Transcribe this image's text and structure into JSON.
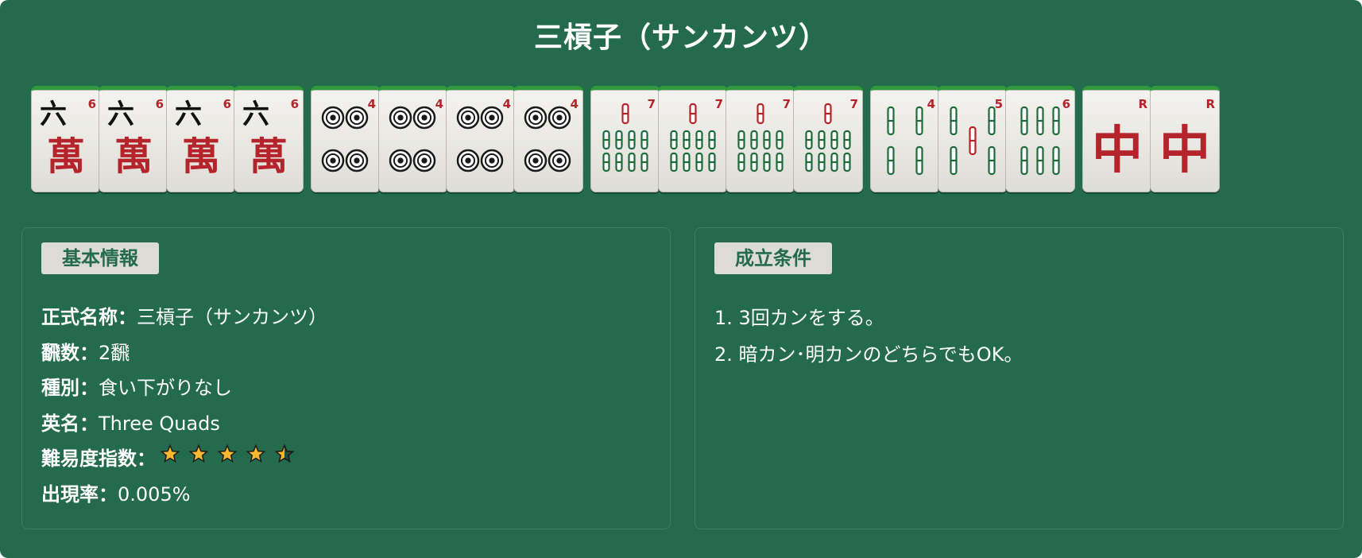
{
  "title": "三槓子（サンカンツ）",
  "tile_groups": [
    {
      "kind": "manzu",
      "tiles": [
        {
          "number": "6",
          "label": "六萬"
        },
        {
          "number": "6",
          "label": "六萬"
        },
        {
          "number": "6",
          "label": "六萬"
        },
        {
          "number": "6",
          "label": "六萬"
        }
      ]
    },
    {
      "kind": "pinzu",
      "tiles": [
        {
          "number": "4"
        },
        {
          "number": "4"
        },
        {
          "number": "4"
        },
        {
          "number": "4"
        }
      ]
    },
    {
      "kind": "souzu",
      "tiles": [
        {
          "number": "7"
        },
        {
          "number": "7"
        },
        {
          "number": "7"
        },
        {
          "number": "7"
        }
      ]
    },
    {
      "kind": "souzu",
      "tiles": [
        {
          "number": "4"
        },
        {
          "number": "5"
        },
        {
          "number": "6"
        }
      ]
    },
    {
      "kind": "honor",
      "tiles": [
        {
          "number": "R",
          "label": "中"
        },
        {
          "number": "R",
          "label": "中"
        }
      ]
    }
  ],
  "basic_info": {
    "heading": "基本情報",
    "rows": [
      {
        "key": "正式名称：",
        "value": "三槓子（サンカンツ）"
      },
      {
        "key": "飜数：",
        "value": "2飜"
      },
      {
        "key": "種別：",
        "value": "食い下がりなし"
      },
      {
        "key": "英名：",
        "value": "Three Quads"
      },
      {
        "key": "難易度指数：",
        "value": ""
      },
      {
        "key": "出現率：",
        "value": "0.005%"
      }
    ],
    "difficulty_stars": 4.5,
    "difficulty_max": 5
  },
  "conditions": {
    "heading": "成立条件",
    "items": [
      "1. 3回カンをする。",
      "2. 暗カン･明カンのどちらでもOK。"
    ]
  },
  "colors": {
    "background": "#236b4c",
    "tile_face": "#eeede8",
    "tile_top": "#2f9a3a",
    "red": "#b5232b",
    "green": "#1e6a3a",
    "star": "#f7b731"
  }
}
